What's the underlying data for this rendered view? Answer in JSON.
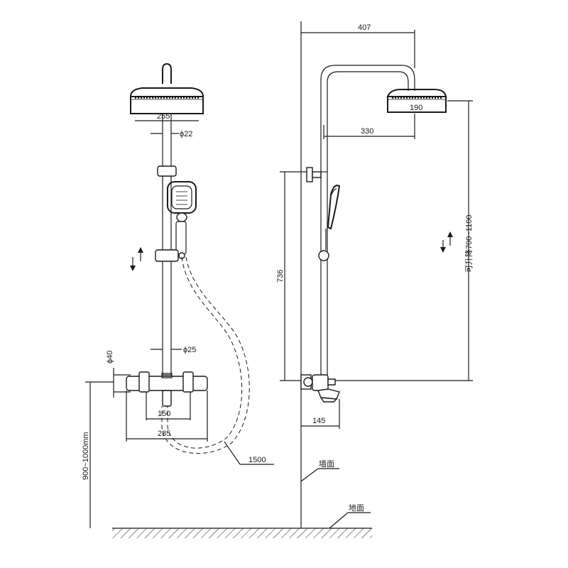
{
  "front_view": {
    "head_diameter": "255",
    "pipe_diameter_upper": "ϕ22",
    "pipe_diameter_lower": "ϕ25",
    "valve_diameter": "ϕ40",
    "inlet_spacing": "150",
    "valve_width": "285",
    "hose_length": "1500",
    "install_height": "900~1000mm"
  },
  "side_view": {
    "overall_width": "407",
    "head_diameter": "190",
    "arm_length": "330",
    "slide_bar_height": "736",
    "adjustable_range": "可升降700~1100",
    "spout_projection": "145",
    "wall_label": "墙面",
    "floor_label": "地面"
  }
}
